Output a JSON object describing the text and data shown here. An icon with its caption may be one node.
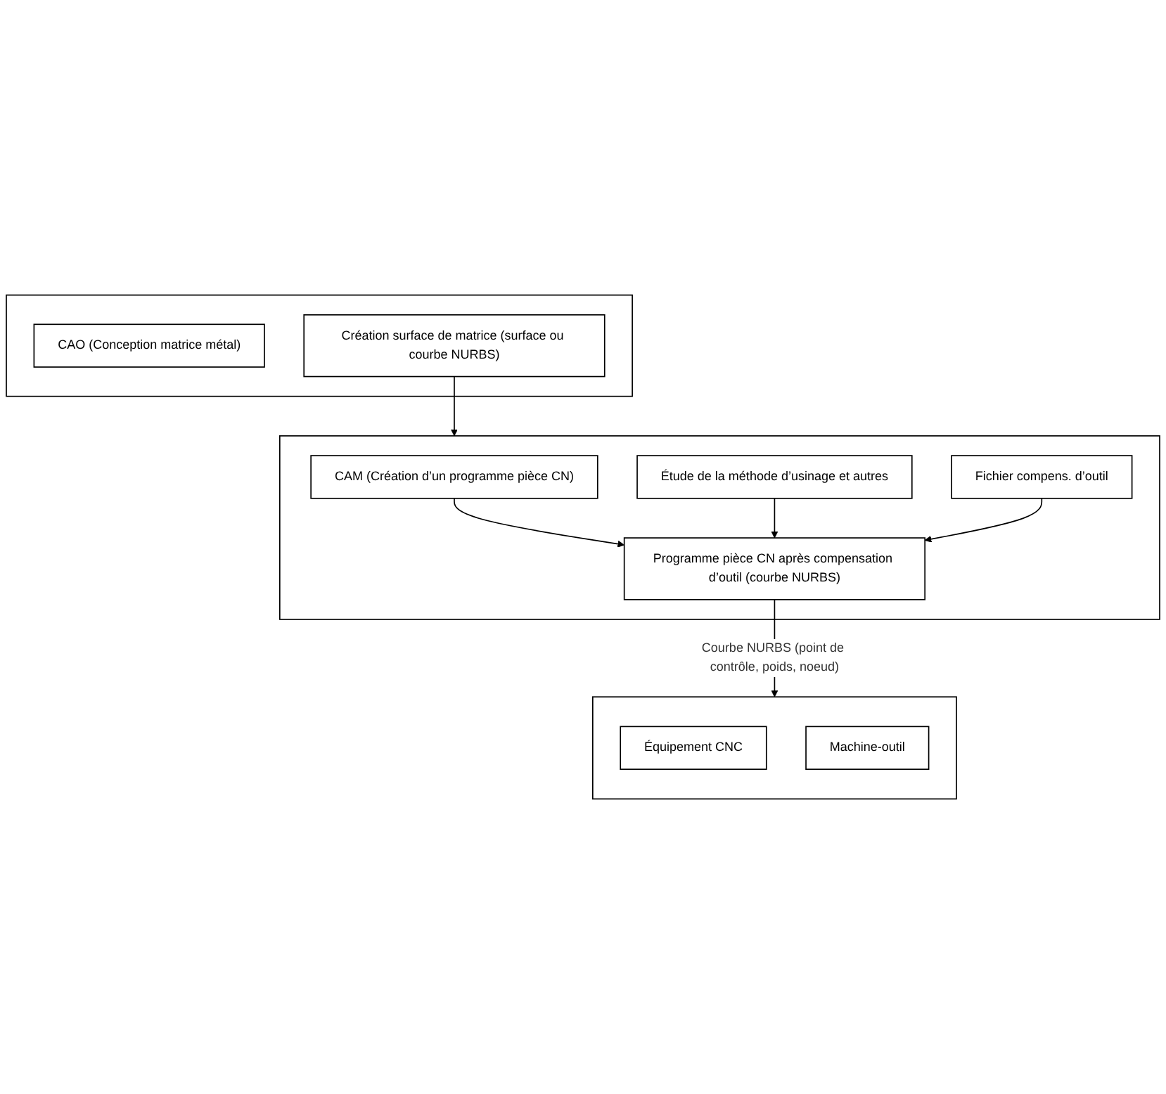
{
  "diagram": {
    "nodes": [
      {
        "text": [],
        "shape": "box"
      },
      {
        "text": [
          "CAO (Conception matrice métal)"
        ],
        "in": 0
      },
      {
        "text": [
          "Création surface de matrice (surface ou courbe NURBS)"
        ],
        "in": 0
      },
      {
        "text": [],
        "shape": "box"
      },
      {
        "text": [
          "CAM (Création d’un programme pièce CN)"
        ],
        "in": 3
      },
      {
        "text": [
          "Étude de la méthode d’usinage et autres"
        ],
        "in": 3
      },
      {
        "text": [
          "Fichier compens. d’outil"
        ],
        "in": 3
      },
      {
        "text": [
          "Programme pièce CN après compensation d’outil (courbe NURBS)"
        ],
        "in": 3
      },
      {
        "text": [],
        "shape": "box"
      },
      {
        "text": [
          "Équipement CNC"
        ],
        "in": 8
      },
      {
        "text": [
          "Machine-outil"
        ],
        "in": 8
      }
    ],
    "edges": [
      {
        "from": 2,
        "to": 3,
        "arrow": "to"
      },
      {
        "from": 4,
        "to": 7,
        "arrow": "to"
      },
      {
        "from": 5,
        "to": 7,
        "arrow": "to"
      },
      {
        "from": 6,
        "to": 7,
        "arrow": "to"
      },
      {
        "from": 7,
        "to": 8,
        "arrow": "to",
        "label": "Courbe NURBS (point de contrôle, poids, noeud)"
      }
    ]
  }
}
